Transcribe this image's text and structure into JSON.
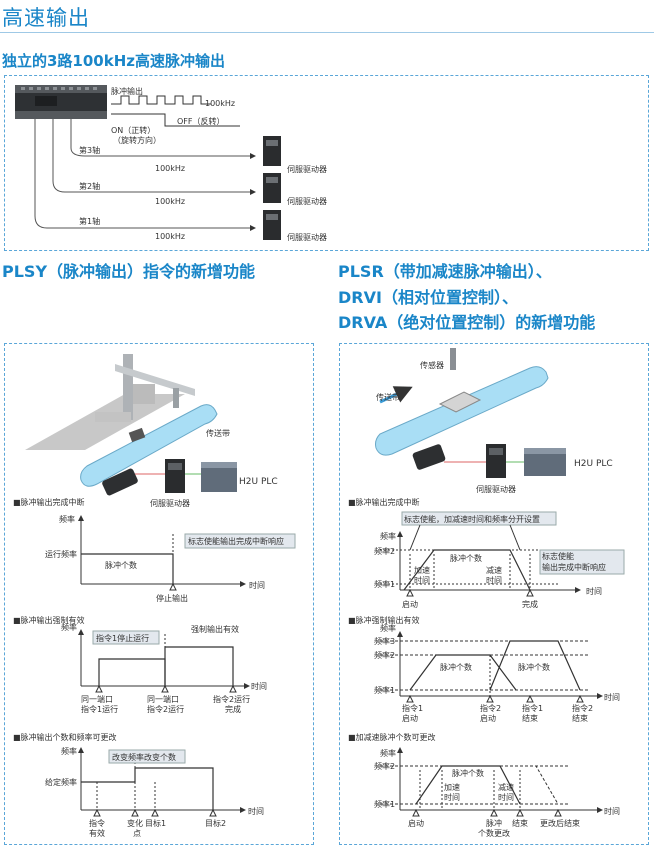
{
  "page_title": "高速输出",
  "section1": {
    "heading": "独立的3路100kHz高速脉冲输出",
    "pulse_output": "脉冲输出",
    "freq": "100kHz",
    "off_label": "OFF（反转）",
    "on_label": "ON（正转）",
    "rotation_dir": "（旋转方向）",
    "axes": [
      {
        "name": "第3轴",
        "freq": "100kHz",
        "driver": "伺服驱动器"
      },
      {
        "name": "第2轴",
        "freq": "100kHz",
        "driver": "伺服驱动器"
      },
      {
        "name": "第1轴",
        "freq": "100kHz",
        "driver": "伺服驱动器"
      }
    ]
  },
  "plsy": {
    "heading": "PLSY（脉冲输出）指令的新增功能",
    "belt_label": "传送带",
    "servo_label": "伺服驱动器",
    "plc_label": "H2U PLC",
    "chart1": {
      "title": "■脉冲输出完成中断",
      "y_axis": "频率",
      "x_axis": "时间",
      "run_freq": "运行频率",
      "pulse_count": "脉冲个数",
      "note": "标志使能输出完成中断响应",
      "stop": "停止输出"
    },
    "chart2": {
      "title": "■脉冲输出强制有效",
      "y_axis": "频率",
      "x_axis": "时间",
      "note1": "指令1停止运行",
      "note2": "强制输出有效",
      "ev1a": "同一端口",
      "ev1b": "指令1运行",
      "ev2a": "同一端口",
      "ev2b": "指令2运行",
      "ev3a": "指令2运行",
      "ev3b": "完成"
    },
    "chart3": {
      "title": "■脉冲输出个数和频率可更改",
      "y_axis": "频率",
      "x_axis": "时间",
      "set_freq": "给定频率",
      "note": "改变频率改变个数",
      "ev1a": "指令",
      "ev1b": "有效",
      "ev2a": "变化",
      "ev2b": "点",
      "ev3": "目标1",
      "ev4": "目标2"
    }
  },
  "plsr": {
    "heading_line1": "PLSR（带加减速脉冲输出）、",
    "heading_line2": "DRVI（相对位置控制）、",
    "heading_line3": "DRVA（绝对位置控制）的新增功能",
    "sensor_label": "传感器",
    "belt_label": "传送带",
    "plc_label": "H2U PLC",
    "servo_label": "伺服驱动器",
    "chart1": {
      "title": "■脉冲输出完成中断",
      "note_top": "标志使能，加减速时间和频率分开设置",
      "y_axis": "频率",
      "x_axis": "时间",
      "freq2": "频率2",
      "freq1": "频率1",
      "pulse_count": "脉冲个数",
      "accel_a": "加速",
      "accel_b": "时间",
      "decel_a": "减速",
      "decel_b": "时间",
      "note_right1": "标志使能",
      "note_right2": "输出完成中断响应",
      "start": "启动",
      "done": "完成"
    },
    "chart2": {
      "title": "■脉冲强制输出有效",
      "y_axis": "频率",
      "x_axis": "时间",
      "freq3": "频率3",
      "freq2": "频率2",
      "freq1": "频率1",
      "pulse_a": "脉冲个数",
      "pulse_b": "脉冲个数",
      "ev1a": "指令1",
      "ev1b": "启动",
      "ev2a": "指令2",
      "ev2b": "启动",
      "ev3a": "指令1",
      "ev3b": "结束",
      "ev4a": "指令2",
      "ev4b": "结束"
    },
    "chart3": {
      "title": "■加减速脉冲个数可更改",
      "y_axis": "频率",
      "x_axis": "时间",
      "freq2": "频率2",
      "freq1": "频率1",
      "pulse_count": "脉冲个数",
      "accel_a": "加速",
      "accel_b": "时间",
      "decel_a": "减速",
      "decel_b": "时间",
      "start": "启动",
      "change_a": "脉冲",
      "change_b": "个数更改",
      "end": "结束",
      "end_after": "更改后结束"
    }
  }
}
